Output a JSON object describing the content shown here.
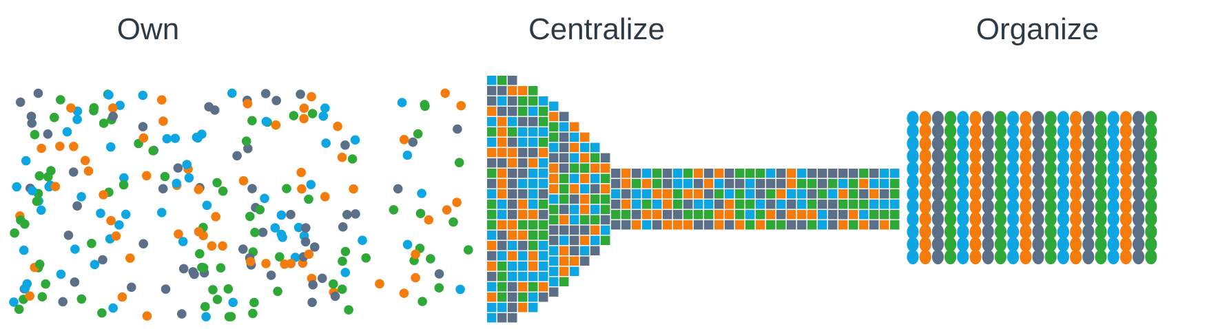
{
  "titles": {
    "own": "Own",
    "centralize": "Centralize",
    "organize": "Organize"
  },
  "palette": {
    "blue": "#0ea5e3",
    "orange": "#f47c0c",
    "green": "#2ea836",
    "slate": "#5b6f88"
  },
  "color_cycle": [
    "blue",
    "orange",
    "slate",
    "green"
  ]
}
